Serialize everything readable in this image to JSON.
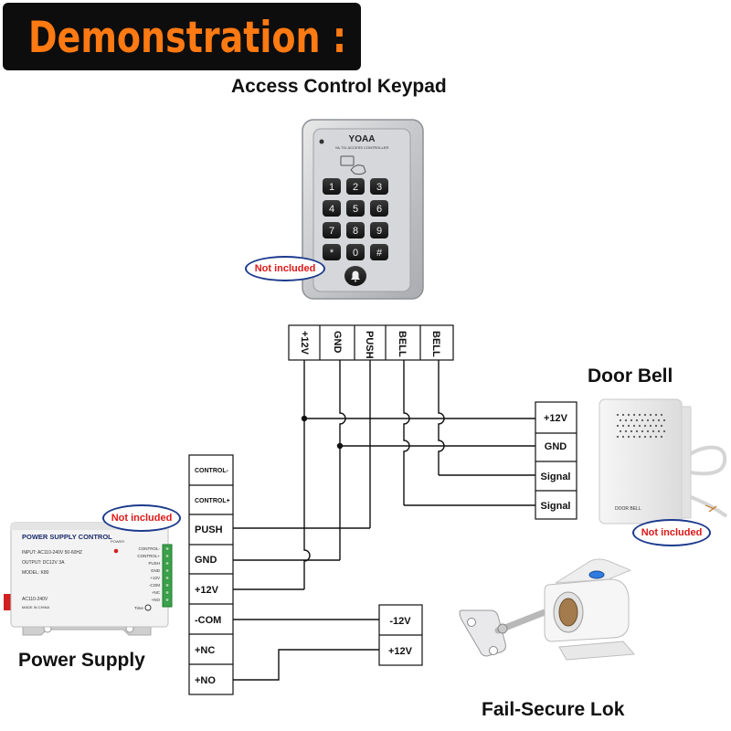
{
  "header": {
    "title": "Demonstration :"
  },
  "devices": {
    "keypad": {
      "title": "Access Control Keypad",
      "brand": "YOAA",
      "subtitle": "YA-T11  ACCESS CONTROLLER",
      "keys": [
        "1",
        "2",
        "3",
        "4",
        "5",
        "6",
        "7",
        "8",
        "9",
        "*",
        "0",
        "#"
      ],
      "badge": "Not included",
      "terminals": [
        "+12V",
        "GND",
        "PUSH",
        "BELL",
        "BELL"
      ]
    },
    "doorbell": {
      "title": "Door Bell",
      "label": "DOOR BELL",
      "badge": "Not included",
      "terminals": [
        "+12V",
        "GND",
        "Signal",
        "Signal"
      ]
    },
    "power_supply": {
      "title": "Power Supply",
      "badge": "Not included",
      "label_title": "POWER SUPPLY CONTROL",
      "label_lines": [
        "INPUT: AC110-240V  50-60HZ",
        "OUTPUT: DC12V  3A",
        "MODEL: K80",
        "AC110-240V",
        "MADE IN CHINA"
      ],
      "power_indicator": "POWER",
      "side_terminals": [
        "CONTROL-",
        "CONTROL+",
        "PUSH",
        "GND",
        "+12V",
        "-COM",
        "+NC",
        "+NO"
      ],
      "time_label": "Time",
      "terminals": [
        "CONTROL-",
        "CONTROL+",
        "PUSH",
        "GND",
        "+12V",
        "-COM",
        "+NC",
        "+NO"
      ]
    },
    "lock": {
      "title": "Fail-Secure Lok",
      "terminals": [
        "-12V",
        "+12V"
      ]
    }
  },
  "colors": {
    "banner_bg": "#0d0d0d",
    "banner_text": "#ff7a12",
    "badge_border": "#1c3a8c",
    "badge_text": "#e01818",
    "wire": "#111111"
  }
}
